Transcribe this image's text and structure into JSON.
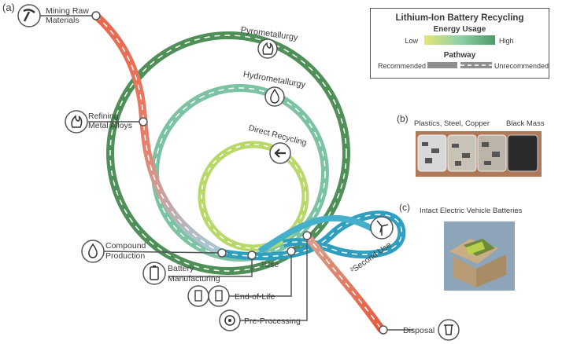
{
  "panel_labels": {
    "a": "(a)",
    "b": "(b)",
    "c": "(c)"
  },
  "legend": {
    "title": "Lithium-Ion Battery Recycling",
    "energy_heading": "Energy Usage",
    "low": "Low",
    "high": "High",
    "pathway_heading": "Pathway",
    "recommended": "Recommended",
    "unrecommended": "Unrecommended",
    "colors": {
      "low": "#d6e36a",
      "mid": "#7cc3a4",
      "high": "#4e8f5a"
    }
  },
  "routes": {
    "pyro": {
      "label": "Pyrometallurgy",
      "icon": "flame-icon",
      "color": "#4f8f58"
    },
    "hydro": {
      "label": "Hydrometallurgy",
      "icon": "droplet-icon",
      "color": "#7cc3a4"
    },
    "direct": {
      "label": "Direct Recycling",
      "icon": "arrow-left-icon",
      "color": "#b8d86a"
    },
    "second_use": {
      "label": "²Second Use",
      "icon": "wind-turbine-icon",
      "color": "#2f9fbf"
    }
  },
  "stages": {
    "mining": {
      "line1": "Mining Raw",
      "line2": "Materials",
      "icon": "pickaxe-icon"
    },
    "refining": {
      "line1": "Refining",
      "line2": "Metal Alloys",
      "icon": "flame-icon"
    },
    "compound": {
      "line1": "Compound",
      "line2": "Production",
      "icon": "droplet-icon"
    },
    "battery": {
      "line1": "Battery",
      "line2": "Manufacturing",
      "icon": "battery-icon"
    },
    "first_use": {
      "label": "¹Use"
    },
    "eol": {
      "label": "End-of-Life",
      "icon": "batteries-icon"
    },
    "preproc": {
      "label": "Pre-Processing",
      "icon": "shredder-icon"
    },
    "disposal": {
      "label": "Disposal",
      "icon": "trash-icon"
    }
  },
  "panel_b": {
    "caption1": "Plastics, Steel, Copper",
    "caption2": "Black Mass"
  },
  "panel_c": {
    "caption": "Intact Electric Vehicle Batteries"
  }
}
